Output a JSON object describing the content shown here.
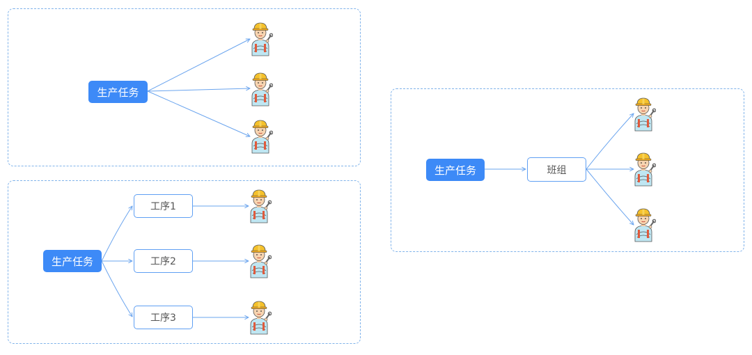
{
  "colors": {
    "accent": "#3d8af7",
    "edge": "#6aa4ee",
    "panel_border": "#7fb2ea"
  },
  "diagram_fan": {
    "task_label": "生产任务",
    "worker_count": 3
  },
  "diagram_process": {
    "task_label": "生产任务",
    "steps": [
      "工序1",
      "工序2",
      "工序3"
    ]
  },
  "diagram_team": {
    "task_label": "生产任务",
    "team_label": "班组",
    "worker_count": 3
  },
  "icons": {
    "worker": "construction-worker-icon"
  }
}
